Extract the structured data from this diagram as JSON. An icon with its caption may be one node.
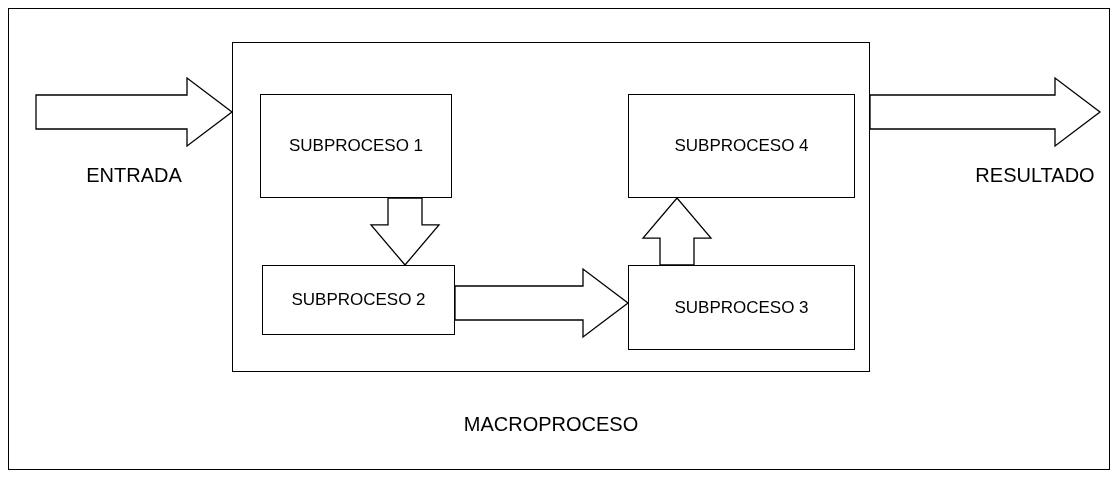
{
  "diagram": {
    "nodes": [
      {
        "text": [
          "MACROPROCESO"
        ]
      },
      {
        "text": [
          "SUBPROCESO 1"
        ],
        "in": 0
      },
      {
        "text": [
          "SUBPROCESO 4"
        ],
        "in": 0
      },
      {
        "text": [
          "SUBPROCESO 2"
        ],
        "in": 0
      },
      {
        "text": [
          "SUBPROCESO 3"
        ],
        "in": 0
      }
    ],
    "edges": [
      {
        "from": null,
        "to": 0,
        "arrow": "to",
        "label": "ENTRADA"
      },
      {
        "from": 1,
        "to": 3,
        "arrow": "to"
      },
      {
        "from": 3,
        "to": 4,
        "arrow": "to"
      },
      {
        "from": 4,
        "to": 2,
        "arrow": "to"
      },
      {
        "from": 0,
        "to": null,
        "arrow": "to",
        "label": "RESULTADO"
      }
    ]
  }
}
